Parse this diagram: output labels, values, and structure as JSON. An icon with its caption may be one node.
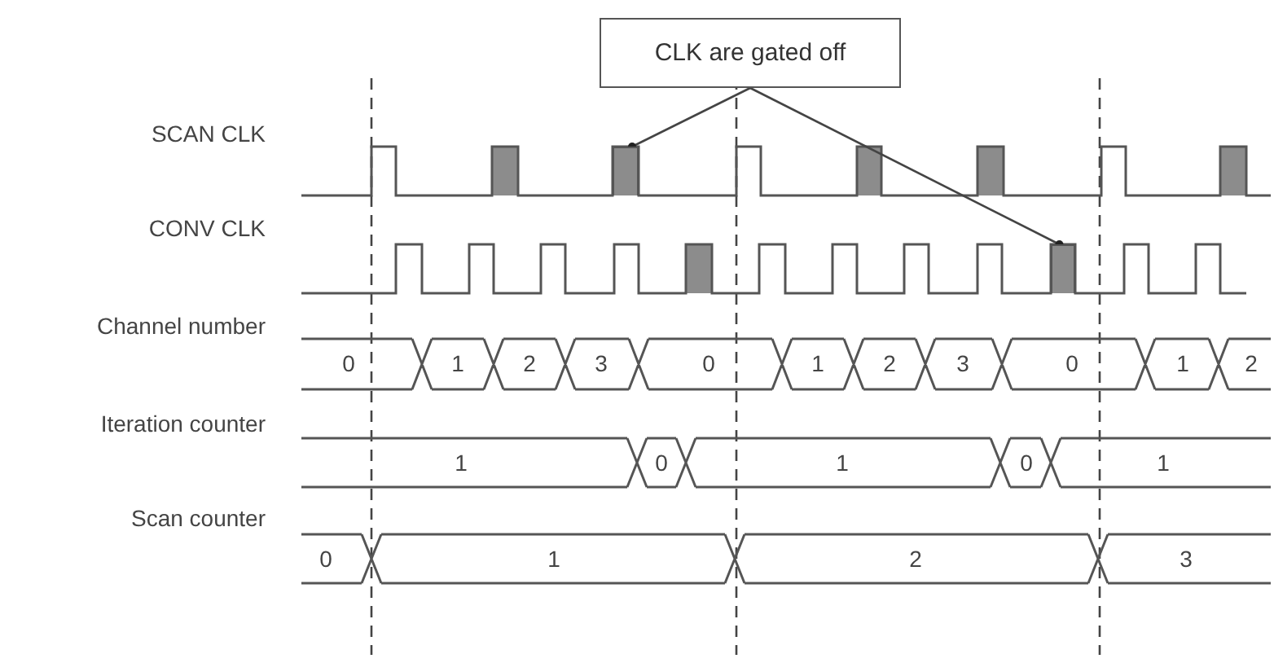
{
  "diagram": {
    "nodes": [
      {
        "text": [
          "CLK are gated off"
        ]
      },
      {
        "text": [],
        "shape": "bar"
      },
      {
        "text": [],
        "shape": "bar"
      }
    ],
    "edges": [
      {
        "from": 0,
        "to": 1,
        "arrow": "other"
      },
      {
        "from": 0,
        "to": 2,
        "arrow": "other"
      }
    ],
    "labels": [
      "SCAN CLK",
      "CONV CLK",
      "Channel number",
      "0",
      "1",
      "2",
      "3",
      "0",
      "1",
      "2",
      "3",
      "0",
      "1",
      "2",
      "Iteration counter",
      "1",
      "0",
      "1",
      "0",
      "1",
      "Scan counter",
      "0",
      "1",
      "2",
      "3"
    ]
  }
}
